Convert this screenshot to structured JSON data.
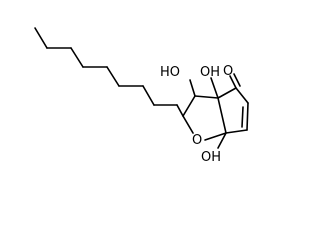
{
  "molecule": {
    "atoms": {
      "oh_upper_left": "HO",
      "oh_upper_right": "OH",
      "ketone_o": "O",
      "ring_o": "O",
      "oh_lower": "OH"
    }
  }
}
